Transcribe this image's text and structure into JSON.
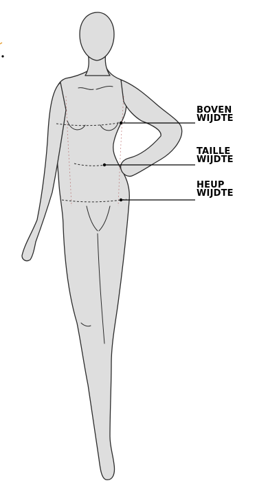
{
  "measurements": {
    "bust": {
      "line1": "BOVEN",
      "line2": "WIJDTE"
    },
    "waist": {
      "line1": "TAILLE",
      "line2": "WIJDTE"
    },
    "hip": {
      "line1": "HEUP",
      "line2": "WIJDTE"
    }
  },
  "colors": {
    "body_fill": "#dedede",
    "outline": "#2a2a2a",
    "guide_dash": "#b05a5a",
    "accent_mark": "#e7a33a",
    "label_text": "#000000"
  }
}
